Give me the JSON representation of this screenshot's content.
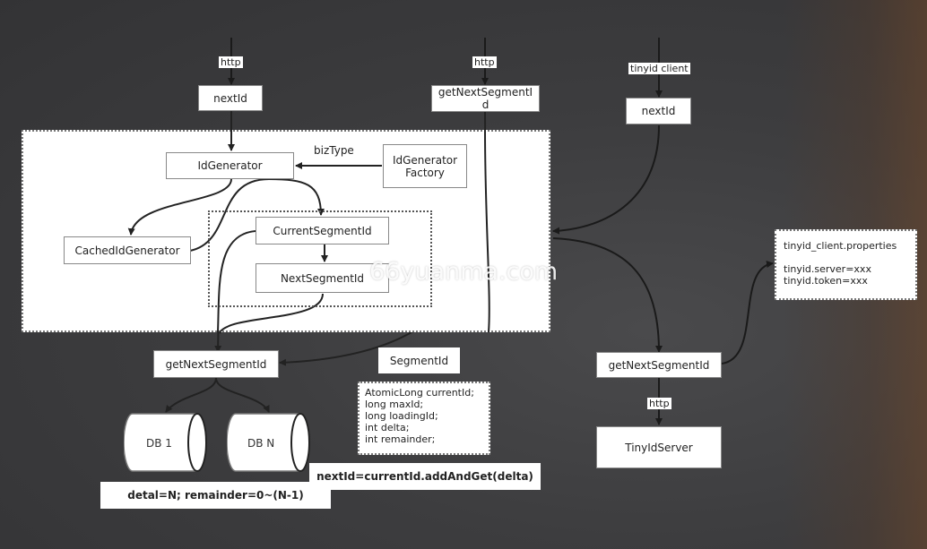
{
  "labels": {
    "http_1": "http",
    "http_2": "http",
    "tinyid_client": "tinyid client",
    "next_id_1": "nextId",
    "get_next_segment_top": "getNextSegmentId",
    "next_id_2": "nextId",
    "id_generator": "IdGenerator",
    "biz_type": "bizType",
    "id_generator_factory_line1": "IdGenerator",
    "id_generator_factory_line2": "Factory",
    "cached_id_generator": "CachedIdGenerator",
    "current_segment_id": "CurrentSegmentId",
    "next_segment_id": "NextSegmentId",
    "get_next_segment_bottom": "getNextSegmentId",
    "segment_id": "SegmentId",
    "db_1": "DB 1",
    "db_n": "DB N",
    "get_next_segment_right": "getNextSegmentId",
    "http_3": "http",
    "tinyid_server": "TinyIdServer",
    "watermark": "66yuanma.com",
    "next_id_formula": "nextId=currentId.addAndGet(delta)",
    "detal_formula": "detal=N; remainder=0~(N-1)"
  },
  "segment_fields": [
    "AtomicLong currentId;",
    "long maxId;",
    "long loadingId;",
    "int delta;",
    "int remainder;"
  ],
  "client_properties": {
    "title": "tinyid_client.properties",
    "server": "tinyid.server=xxx",
    "token": "tinyid.token=xxx"
  }
}
